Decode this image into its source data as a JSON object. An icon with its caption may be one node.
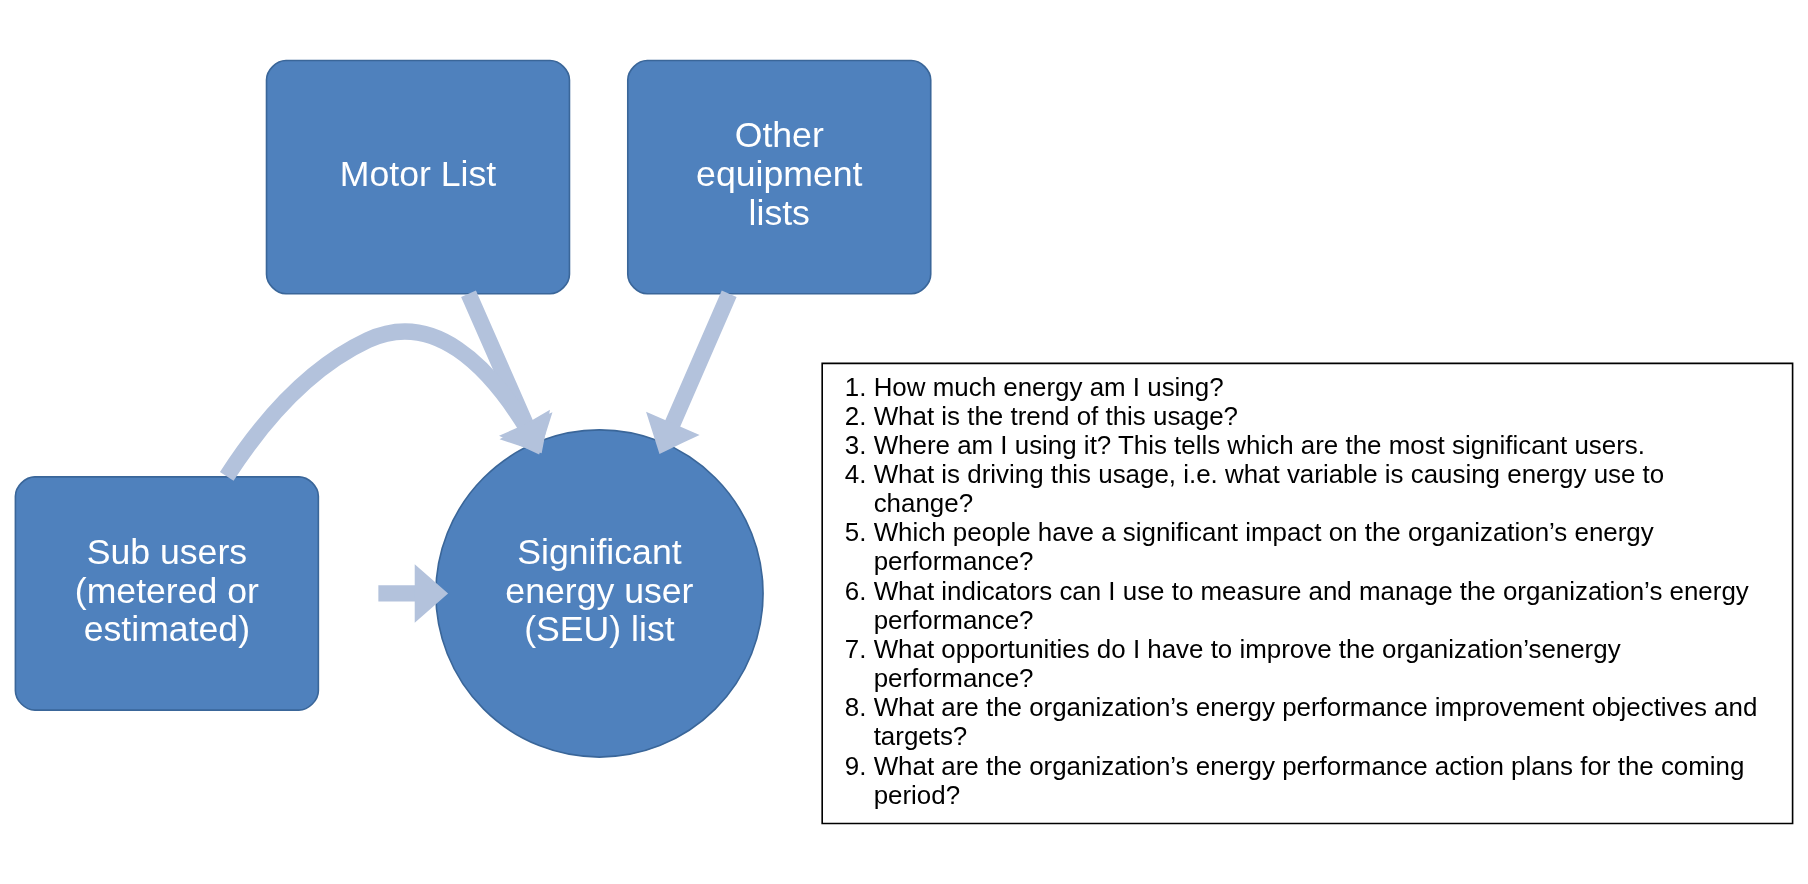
{
  "diagram": {
    "nodes": [
      {
        "text": [
          "Motor List"
        ]
      },
      {
        "text": [
          "Other equipment lists"
        ]
      },
      {
        "text": [
          "Sub users (metered or estimated)"
        ]
      },
      {
        "text": [
          "Significant energy user (SEU) list"
        ]
      },
      {
        "text": [
          "1. How much energy am I using?",
          "2. What is the trend of this usage?",
          "3. Where am I using it? This tells which are the most significant users.",
          "4. What is driving this usage, i.e. what variable is causing energy use to change?",
          "5. Which people have a significant impact on the organization’s energy performance?",
          "6. What indicators can I use to measure and manage the organization’s energy performance?",
          "7. What opportunities do I have to improve the organization’senergy performance?",
          "8. What are the organization’s energy performance improvement objectives and targets?",
          "9. What are the organization’s energy performance action plans for the coming period?"
        ]
      }
    ],
    "edges": [
      {
        "from": 0,
        "to": 3,
        "arrow": "to"
      },
      {
        "from": 1,
        "to": 3,
        "arrow": "to"
      },
      {
        "from": 2,
        "to": 3,
        "arrow": "to"
      },
      {
        "from": null,
        "to": 3,
        "arrow": "to"
      }
    ]
  }
}
